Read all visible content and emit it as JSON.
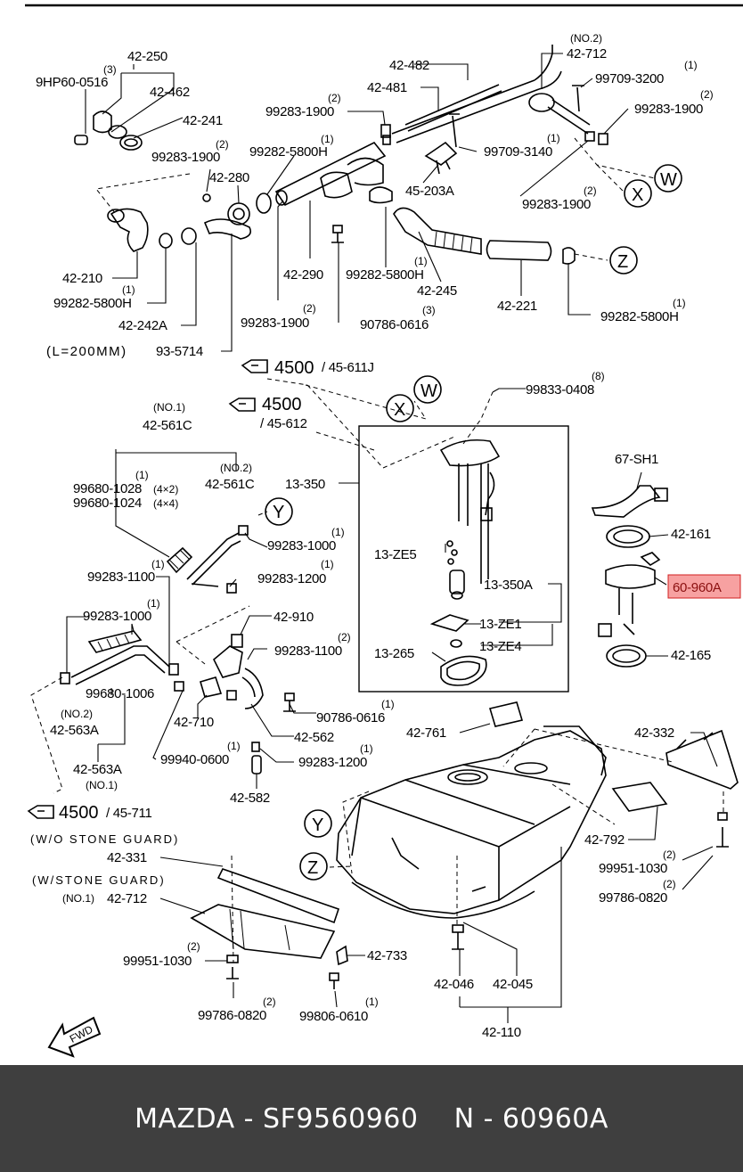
{
  "labels": {
    "l_42_250": "42-250",
    "l_9hp60": "9HP60-0516",
    "l_q3a": "(3)",
    "l_42_462": "42-462",
    "l_42_241": "42-241",
    "l_99283_1900_a": "99283-1900",
    "l_q2a": "(2)",
    "l_42_280": "42-280",
    "l_99282_5800h_a": "99282-5800H",
    "l_q1a": "(1)",
    "l_99283_1900_b": "99283-1900",
    "l_q2b": "(2)",
    "l_42_481": "42-481",
    "l_42_482": "42-482",
    "l_no2_a": "(NO.2)",
    "l_42_712_a": "42-712",
    "l_99709_3200": "99709-3200",
    "l_q1b": "(1)",
    "l_99283_1900_c": "99283-1900",
    "l_q2c": "(2)",
    "l_99709_3140": "99709-3140",
    "l_q1c": "(1)",
    "l_45_203a": "45-203A",
    "l_99283_1900_d": "99283-1900",
    "l_q2d": "(2)",
    "l_x1": "X",
    "l_w1": "W",
    "l_42_210": "42-210",
    "l_99282_5800h_b": "99282-5800H",
    "l_q1d": "(1)",
    "l_42_242a": "42-242A",
    "l_l200": "(L=200MM)",
    "l_93_5714": "93-5714",
    "l_42_290": "42-290",
    "l_99282_5800h_c": "99282-5800H",
    "l_q1e": "(1)",
    "l_42_245": "42-245",
    "l_42_221": "42-221",
    "l_z1": "Z",
    "l_99282_5800h_d": "99282-5800H",
    "l_q1f": "(1)",
    "l_99283_1900_e": "99283-1900",
    "l_q2e": "(2)",
    "l_90786_0616_a": "90786-0616",
    "l_q3b": "(3)",
    "l_ref1_num": "4500",
    "l_ref1_sub": "/ 45-611J",
    "l_w2": "W",
    "l_x2": "X",
    "l_99833_0408": "99833-0408",
    "l_q8": "(8)",
    "l_ref2_num": "4500",
    "l_ref2_sub": "/ 45-612",
    "l_no1_a": "(NO.1)",
    "l_42_561c_a": "42-561C",
    "l_13_350": "13-350",
    "l_67_sh1": "67-SH1",
    "l_99680_1028": "99680-1028",
    "l_4x2": "(4×2)",
    "l_99680_1024": "99680-1024",
    "l_4x4": "(4×4)",
    "l_q1g": "(1)",
    "l_no2_b": "(NO.2)",
    "l_42_561c_b": "42-561C",
    "l_y1": "Y",
    "l_99283_1000_a": "99283-1000",
    "l_q1h": "(1)",
    "l_42_161": "42-161",
    "l_13_ze5": "13-ZE5",
    "l_99283_1100_a": "99283-1100",
    "l_q1i": "(1)",
    "l_99283_1200_a": "99283-1200",
    "l_q1j": "(1)",
    "l_13_350a": "13-350A",
    "l_60_960a": "60-960A",
    "l_99283_1000_b": "99283-1000",
    "l_q1k": "(1)",
    "l_42_910": "42-910",
    "l_13_ze1": "13-ZE1",
    "l_99283_1100_b": "99283-1100",
    "l_q2f": "(2)",
    "l_13_265": "13-265",
    "l_13_ze4": "13-ZE4",
    "l_42_165": "42-165",
    "l_99680_1006": "99680-1006",
    "l_no2_c": "(NO.2)",
    "l_42_563a_a": "42-563A",
    "l_42_710": "42-710",
    "l_90786_0616_b": "90786-0616",
    "l_q1l": "(1)",
    "l_42_761": "42-761",
    "l_42_562": "42-562",
    "l_42_332": "42-332",
    "l_42_563a_b": "42-563A",
    "l_no1_b": "(NO.1)",
    "l_99940_0600": "99940-0600",
    "l_q1m": "(1)",
    "l_99283_1200_b": "99283-1200",
    "l_q1n": "(1)",
    "l_42_582": "42-582",
    "l_ref3_num": "4500",
    "l_ref3_sub": "/ 45-711",
    "l_y2": "Y",
    "l_wo_stone": "(W/O  STONE  GUARD)",
    "l_42_331": "42-331",
    "l_z2": "Z",
    "l_42_792": "42-792",
    "l_w_stone": "(W/STONE  GUARD)",
    "l_no1_c": "(NO.1)",
    "l_42_712_b": "42-712",
    "l_99951_1030_a": "99951-1030",
    "l_q2g": "(2)",
    "l_99786_0820_a": "99786-0820",
    "l_q2h": "(2)",
    "l_99951_1030_b": "99951-1030",
    "l_q2i": "(2)",
    "l_99786_0820_b": "99786-0820",
    "l_q2j": "(2)",
    "l_42_733": "42-733",
    "l_42_046": "42-046",
    "l_42_045": "42-045",
    "l_99806_0610": "99806-0610",
    "l_q1o": "(1)",
    "l_42_110": "42-110",
    "l_fwd": "FWD"
  },
  "highlight": {
    "color": "#f7a1a1",
    "border": "#d02020"
  },
  "footer": {
    "text": "MAZDA - SF9560960    N - 60960A",
    "background": "#3f3f3f"
  }
}
